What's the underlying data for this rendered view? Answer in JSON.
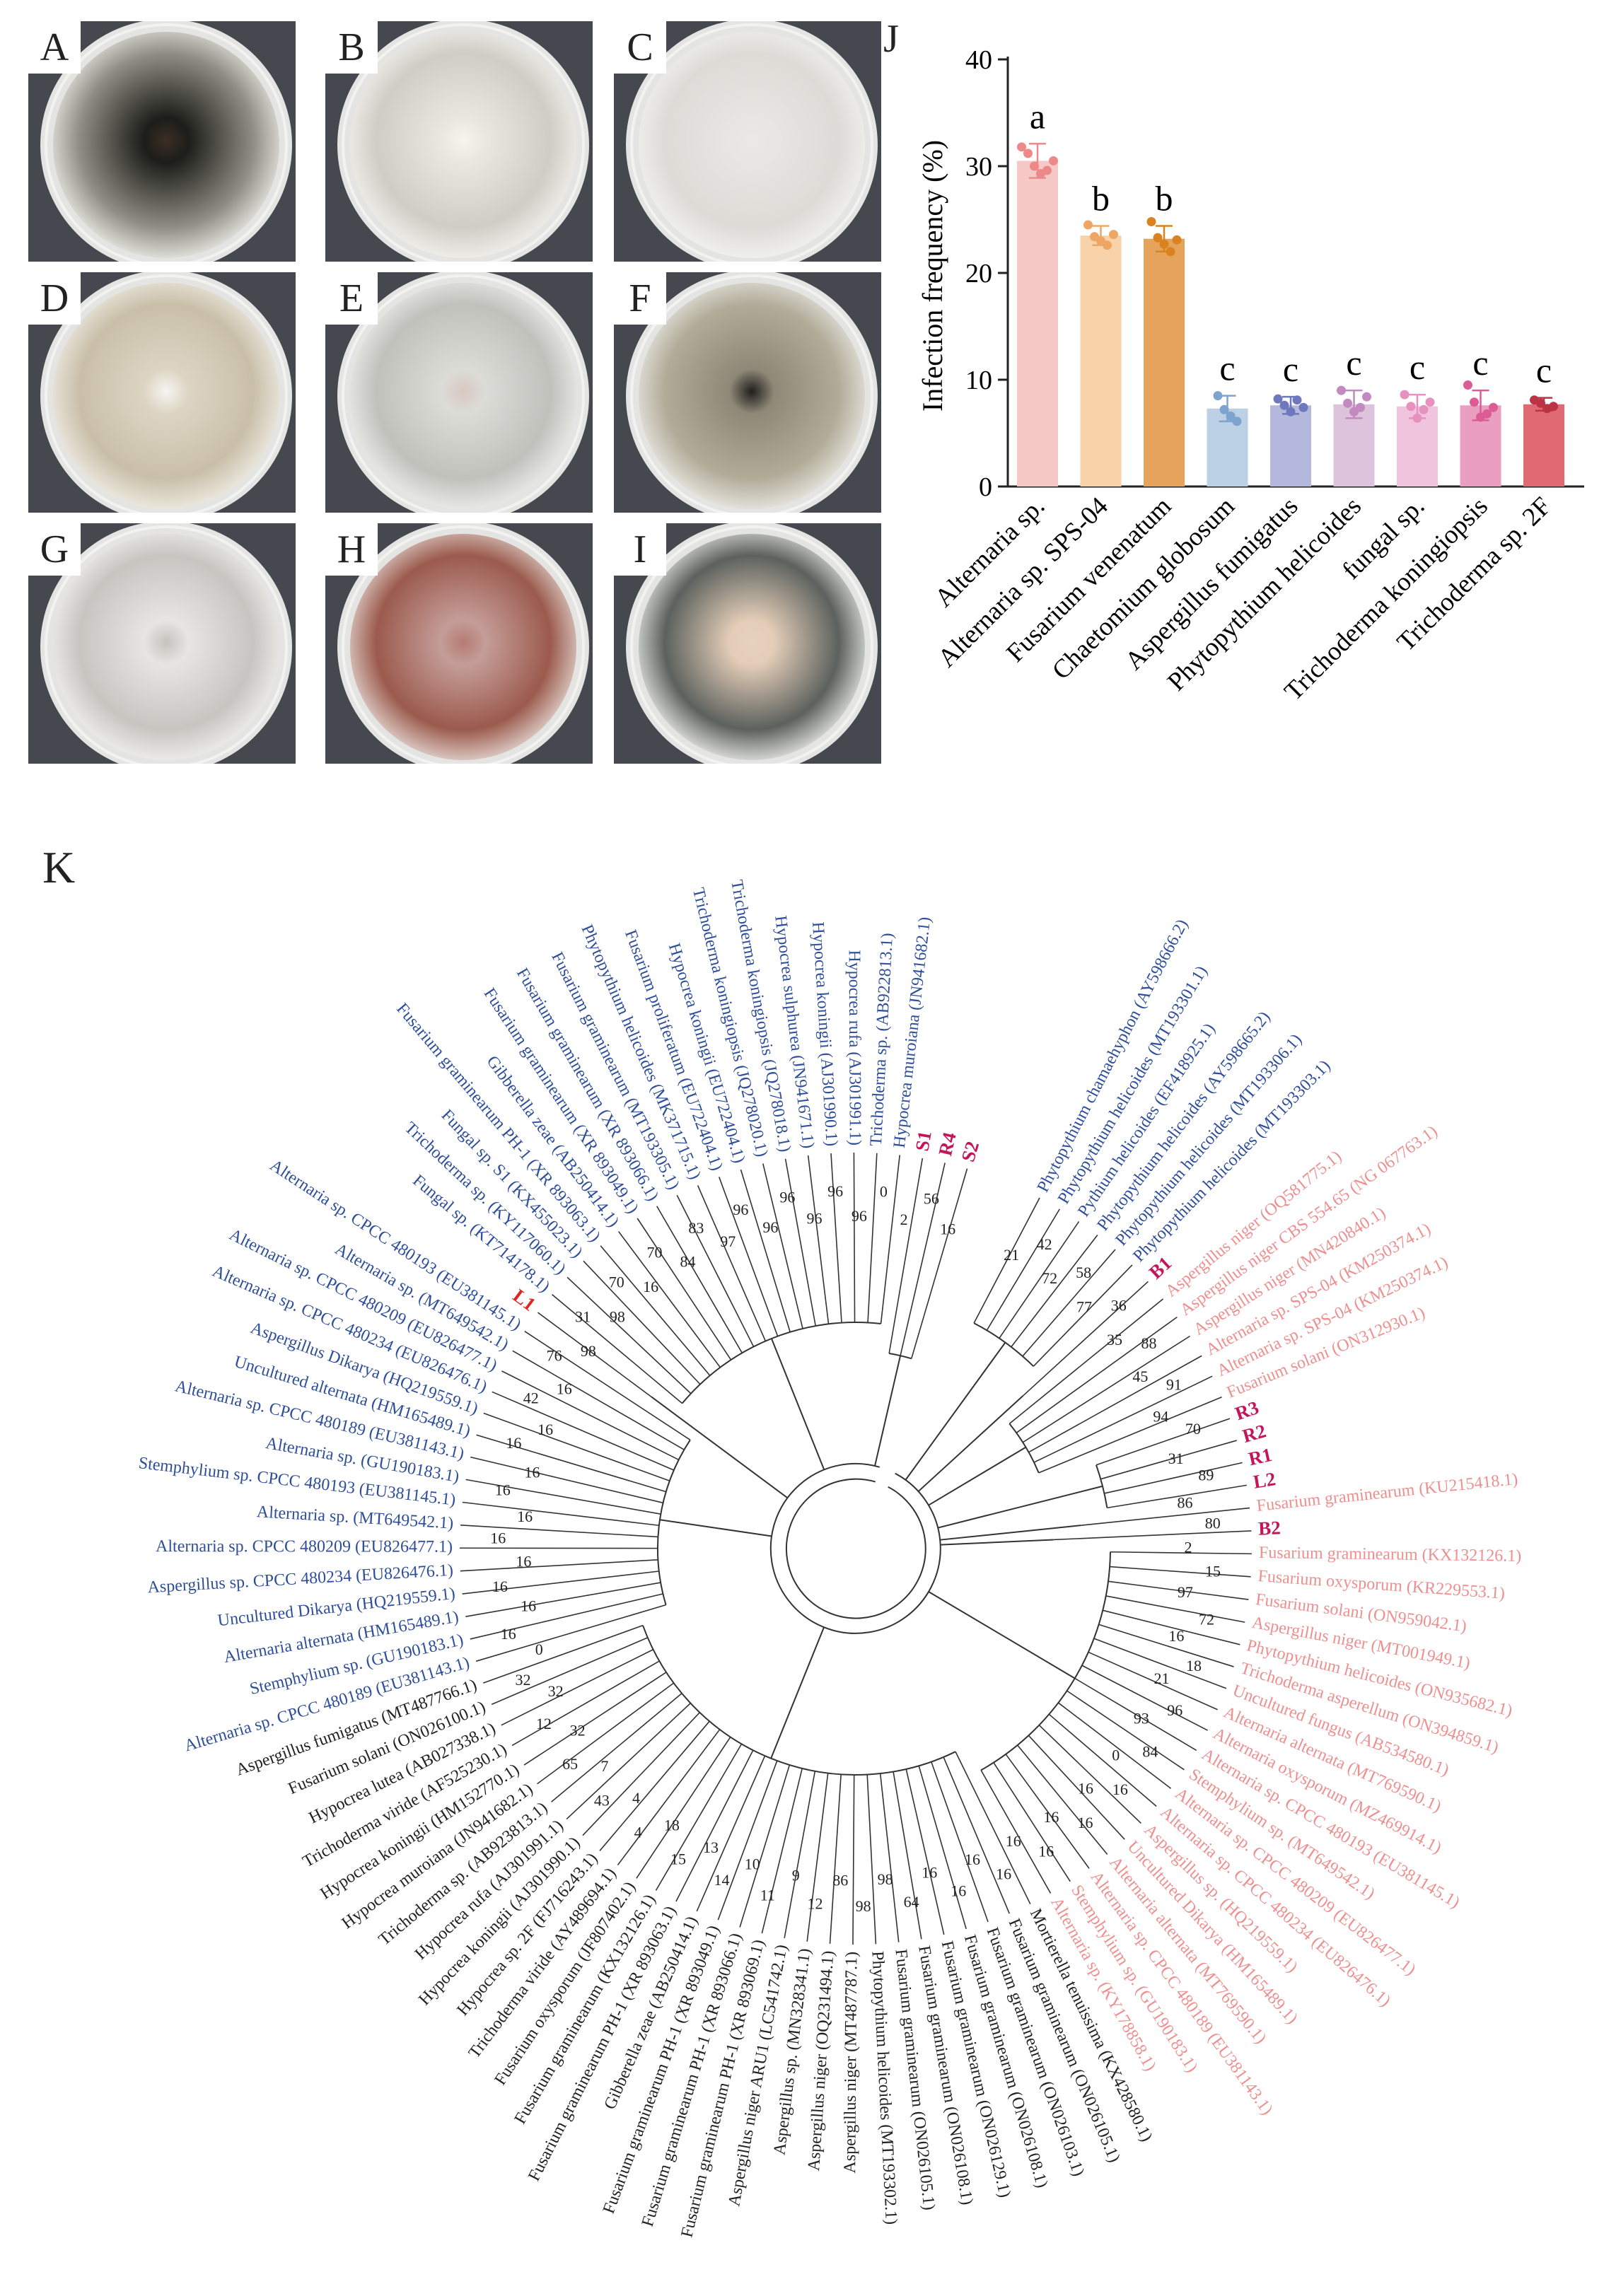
{
  "panels": [
    {
      "label": "A",
      "base": "#8e8e84",
      "colony": "#1d1d19",
      "edge": "#efefea",
      "center": "#3a2e26"
    },
    {
      "label": "B",
      "base": "#cfcdc5",
      "colony": "#e9e7df",
      "edge": "#f4f3ef",
      "center": "#f7f4ee"
    },
    {
      "label": "C",
      "base": "#dcdbd6",
      "colony": "#e7e6e2",
      "edge": "#f3f3f1",
      "center": "#e9e8e4"
    },
    {
      "label": "D",
      "base": "#c9bfa9",
      "colony": "#ddd5c3",
      "edge": "#f2efe8",
      "center": "#f6f5f2"
    },
    {
      "label": "E",
      "base": "#c1c1bc",
      "colony": "#dcdcd7",
      "edge": "#efefec",
      "center": "#d9c8c2"
    },
    {
      "label": "F",
      "base": "#b1ab98",
      "colony": "#8f8877",
      "edge": "#ecebe6",
      "center": "#1f1f1c"
    },
    {
      "label": "G",
      "base": "#c7c5c0",
      "colony": "#e6e5e2",
      "edge": "#f2f2f0",
      "center": "#c5c3bd"
    },
    {
      "label": "H",
      "base": "#9b5a4d",
      "colony": "#c59d98",
      "edge": "#e6dcd6",
      "center": "#b47b73"
    },
    {
      "label": "I",
      "base": "#5c615d",
      "colony": "#e3cdb8",
      "edge": "#eeeeec",
      "center": "#e6d2bf"
    }
  ],
  "chart_data": {
    "type": "bar",
    "panel_label": "J",
    "ylabel": "Infection frequency (%)",
    "ylim": [
      0,
      40
    ],
    "yticks": [
      0,
      10,
      20,
      30,
      40
    ],
    "categories": [
      "Alternaria sp.",
      "Alternaria sp. SPS-04",
      "Fusarium venenatum",
      "Chaetomium globosum",
      "Aspergillus fumigatus",
      "Phytopythium helicoides",
      "fungal sp.",
      "Trichoderma koningiopsis",
      "Trichoderma sp. 2F"
    ],
    "values": [
      30.5,
      23.5,
      23.2,
      7.3,
      7.6,
      7.7,
      7.5,
      7.6,
      7.7
    ],
    "errors": [
      1.6,
      0.9,
      1.2,
      1.2,
      0.8,
      1.3,
      1.1,
      1.4,
      0.6
    ],
    "points": [
      [
        31.8,
        31.2,
        30.0,
        29.3,
        29.6,
        30.5
      ],
      [
        24.5,
        23.4,
        23.0,
        22.6,
        23.6
      ],
      [
        24.8,
        23.3,
        22.7,
        22.0,
        23.1
      ],
      [
        8.5,
        7.2,
        6.6,
        6.1
      ],
      [
        8.2,
        7.6,
        7.0,
        8.1,
        7.4
      ],
      [
        9.0,
        7.8,
        7.0,
        7.4,
        8.4
      ],
      [
        8.6,
        7.5,
        6.4,
        7.2,
        7.9
      ],
      [
        9.5,
        7.9,
        6.5,
        6.8,
        7.4
      ],
      [
        8.1,
        7.8,
        7.3,
        7.5
      ]
    ],
    "letters": [
      "a",
      "b",
      "b",
      "c",
      "c",
      "c",
      "c",
      "c",
      "c"
    ],
    "bar_colors": [
      "#f6c9c7",
      "#f8d2a9",
      "#e6a35c",
      "#bcd0e6",
      "#b4b8dc",
      "#ddc4dc",
      "#f0c4dc",
      "#eb9fc0",
      "#e06a74"
    ],
    "point_colors": [
      "#ec8a89",
      "#eea665",
      "#d9821f",
      "#7fa3cf",
      "#6f77bd",
      "#c28ac0",
      "#e791bf",
      "#dc5d96",
      "#bb3446"
    ]
  },
  "tree": {
    "panel_label": "K",
    "colors": {
      "blue": "#2e4e9a",
      "pink": "#ee8f8f",
      "magenta": "#c4145a",
      "black": "#222222",
      "red": "#e02424"
    },
    "leaves": [
      {
        "label": "Phytopythium chamaehyphon (AY598666.2)",
        "color": "blue"
      },
      {
        "label": "Phytopythium helicoides (MT193301.1)",
        "color": "blue"
      },
      {
        "label": "Pythium helicoides (EF418925.1)",
        "color": "blue"
      },
      {
        "label": "Phytopythium helicoides (AY598665.2)",
        "color": "blue"
      },
      {
        "label": "Phytopythium helicoides (MT193306.1)",
        "color": "blue"
      },
      {
        "label": "Phytopythium helicoides (MT193303.1)",
        "color": "blue"
      },
      {
        "label": "B1",
        "color": "magenta"
      },
      {
        "label": "Aspergillus niger (OQ581775.1)",
        "color": "pink"
      },
      {
        "label": "Aspergillus niger CBS 554.65 (NG 067763.1)",
        "color": "pink"
      },
      {
        "label": "Aspergillus niger (MN420840.1)",
        "color": "pink"
      },
      {
        "label": "Alternaria sp. SPS-04 (KM250374.1)",
        "color": "pink"
      },
      {
        "label": "Alternaria sp. SPS-04 (KM250374.1)",
        "color": "pink"
      },
      {
        "label": "Fusarium solani (ON312930.1)",
        "color": "pink"
      },
      {
        "label": "R3",
        "color": "magenta"
      },
      {
        "label": "R2",
        "color": "magenta"
      },
      {
        "label": "R1",
        "color": "magenta"
      },
      {
        "label": "L2",
        "color": "magenta"
      },
      {
        "label": "Fusarium graminearum (KU215418.1)",
        "color": "pink"
      },
      {
        "label": "B2",
        "color": "magenta"
      },
      {
        "label": "Fusarium graminearum (KX132126.1)",
        "color": "pink"
      },
      {
        "label": "Fusarium oxysporum (KR229553.1)",
        "color": "pink"
      },
      {
        "label": "Fusarium solani (ON959042.1)",
        "color": "pink"
      },
      {
        "label": "Aspergillus niger (MT001949.1)",
        "color": "pink"
      },
      {
        "label": "Phytopythium helicoides (ON935682.1)",
        "color": "pink"
      },
      {
        "label": "Trichoderma asperellum (ON394859.1)",
        "color": "pink"
      },
      {
        "label": "Uncultured fungus (AB534580.1)",
        "color": "pink"
      },
      {
        "label": "Alternaria alternata (MT769590.1)",
        "color": "pink"
      },
      {
        "label": "Alternaria oxysporum (MZ469914.1)",
        "color": "pink"
      },
      {
        "label": "Alternaria sp. CPCC 480193 (EU381145.1)",
        "color": "pink"
      },
      {
        "label": "Stemphylium sp. (MT649542.1)",
        "color": "pink"
      },
      {
        "label": "Alternaria sp. CPCC 480209 (EU826477.1)",
        "color": "pink"
      },
      {
        "label": "Alternaria sp. CPCC 480234 (EU826476.1)",
        "color": "pink"
      },
      {
        "label": "Aspergillus sp. (HQ219559.1)",
        "color": "pink"
      },
      {
        "label": "Uncultured Dikarya (HM165489.1)",
        "color": "pink"
      },
      {
        "label": "Alternaria alternata (MT769590.1)",
        "color": "pink"
      },
      {
        "label": "Alternaria sp. CPCC 480189 (EU381143.1)",
        "color": "pink"
      },
      {
        "label": "Stemphylium sp. (GU190183.1)",
        "color": "pink"
      },
      {
        "label": "Alternaria sp. (KY178858.1)",
        "color": "pink"
      },
      {
        "label": "Mortierella tenuissima (KX428580.1)",
        "color": "black"
      },
      {
        "label": "Fusarium graminearum (ON026105.1)",
        "color": "black"
      },
      {
        "label": "Fusarium graminearum (ON026103.1)",
        "color": "black"
      },
      {
        "label": "Fusarium graminearum (ON026108.1)",
        "color": "black"
      },
      {
        "label": "Fusarium graminearum (ON026129.1)",
        "color": "black"
      },
      {
        "label": "Fusarium graminearum (ON026108.1)",
        "color": "black"
      },
      {
        "label": "Fusarium graminearum (ON026105.1)",
        "color": "black"
      },
      {
        "label": "Phytopythium helicoides (MT193302.1)",
        "color": "black"
      },
      {
        "label": "Aspergillus niger (MT487787.1)",
        "color": "black"
      },
      {
        "label": "Aspergillus niger (OQ231494.1)",
        "color": "black"
      },
      {
        "label": "Aspergillus sp. (MN328341.1)",
        "color": "black"
      },
      {
        "label": "Aspergillus niger ARU1 (LC541742.1)",
        "color": "black"
      },
      {
        "label": "Fusarium graminearum PH-1 (XR 893069.1)",
        "color": "black"
      },
      {
        "label": "Fusarium graminearum PH-1 (XR 893066.1)",
        "color": "black"
      },
      {
        "label": "Fusarium graminearum PH-1 (XR 893049.1)",
        "color": "black"
      },
      {
        "label": "Gibberella zeae (AB250414.1)",
        "color": "black"
      },
      {
        "label": "Fusarium graminearum PH-1 (XR 893063.1)",
        "color": "black"
      },
      {
        "label": "Fusarium graminearum (KX132126.1)",
        "color": "black"
      },
      {
        "label": "Fusarium oxysporum (JF807402.1)",
        "color": "black"
      },
      {
        "label": "Trichoderma viride (AY489694.1)",
        "color": "black"
      },
      {
        "label": "Hypocrea sp. 2F (FJ716243.1)",
        "color": "black"
      },
      {
        "label": "Hypocrea koningii (AJ301990.1)",
        "color": "black"
      },
      {
        "label": "Hypocrea rufa (AJ301991.1)",
        "color": "black"
      },
      {
        "label": "Trichoderma sp. (AB923813.1)",
        "color": "black"
      },
      {
        "label": "Hypocrea muroiana (JN941682.1)",
        "color": "black"
      },
      {
        "label": "Hypocrea koningii (HM152770.1)",
        "color": "black"
      },
      {
        "label": "Trichoderma viride (AF525230.1)",
        "color": "black"
      },
      {
        "label": "Hypocrea lutea (AB027338.1)",
        "color": "black"
      },
      {
        "label": "Fusarium solani (ON026100.1)",
        "color": "black"
      },
      {
        "label": "Aspergillus fumigatus (MT487766.1)",
        "color": "black"
      },
      {
        "label": "Alternaria sp. CPCC 480189 (EU381143.1)",
        "color": "blue"
      },
      {
        "label": "Stemphylium sp. (GU190183.1)",
        "color": "blue"
      },
      {
        "label": "Alternaria alternata (HM165489.1)",
        "color": "blue"
      },
      {
        "label": "Uncultured Dikarya (HQ219559.1)",
        "color": "blue"
      },
      {
        "label": "Aspergillus sp. CPCC 480234 (EU826476.1)",
        "color": "blue"
      },
      {
        "label": "Alternaria sp. CPCC 480209 (EU826477.1)",
        "color": "blue"
      },
      {
        "label": "Alternaria sp. (MT649542.1)",
        "color": "blue"
      },
      {
        "label": "Stemphylium sp. CPCC 480193 (EU381145.1)",
        "color": "blue"
      },
      {
        "label": "Alternaria sp. (GU190183.1)",
        "color": "blue"
      },
      {
        "label": "Alternaria sp. CPCC 480189 (EU381143.1)",
        "color": "blue"
      },
      {
        "label": "Uncultured alternata (HM165489.1)",
        "color": "blue"
      },
      {
        "label": "Aspergillus Dikarya (HQ219559.1)",
        "color": "blue"
      },
      {
        "label": "Alternaria sp. CPCC 480234 (EU826476.1)",
        "color": "blue"
      },
      {
        "label": "Alternaria sp. CPCC 480209 (EU826477.1)",
        "color": "blue"
      },
      {
        "label": "Alternaria sp. (MT649542.1)",
        "color": "blue"
      },
      {
        "label": "Alternaria sp. CPCC 480193 (EU381145.1)",
        "color": "blue"
      },
      {
        "label": "L1",
        "color": "red"
      },
      {
        "label": "Fungal sp. (KT714178.1)",
        "color": "blue"
      },
      {
        "label": "Trichoderma sp. (KY117060.1)",
        "color": "blue"
      },
      {
        "label": "Fungal sp. S1 (KX455023.1)",
        "color": "blue"
      },
      {
        "label": "Fusarium graminearum PH-1 (XR 893063.1)",
        "color": "blue"
      },
      {
        "label": "Gibberella zeae (AB250414.1)",
        "color": "blue"
      },
      {
        "label": "Fusarium graminearum (XR 893049.1)",
        "color": "blue"
      },
      {
        "label": "Fusarium graminearum (XR 893066.1)",
        "color": "blue"
      },
      {
        "label": "Fusarium graminearum (MT193305.1)",
        "color": "blue"
      },
      {
        "label": "Phytopythium helicoides (MK371715.1)",
        "color": "blue"
      },
      {
        "label": "Fusarium proliferatum (EU722404.1)",
        "color": "blue"
      },
      {
        "label": "Hypocrea koningii (EU722404.1)",
        "color": "blue"
      },
      {
        "label": "Trichoderma koningiopsis (JQ278020.1)",
        "color": "blue"
      },
      {
        "label": "Trichoderma koningiopsis (JQ278018.1)",
        "color": "blue"
      },
      {
        "label": "Hypocrea sulphurea (JN941671.1)",
        "color": "blue"
      },
      {
        "label": "Hypocrea koningii (AJ301990.1)",
        "color": "blue"
      },
      {
        "label": "Hypocrea rufa (AJ301991.1)",
        "color": "blue"
      },
      {
        "label": "Trichoderma sp. (AB922813.1)",
        "color": "blue"
      },
      {
        "label": "Hypocrea muroiana (JN941682.1)",
        "color": "blue"
      },
      {
        "label": "S1",
        "color": "magenta"
      },
      {
        "label": "R4",
        "color": "magenta"
      },
      {
        "label": "S2",
        "color": "magenta"
      }
    ],
    "bootstrap": [
      "21",
      "42",
      "72",
      "58",
      "77",
      "36",
      "35",
      "88",
      "45",
      "91",
      "94",
      "70",
      "31",
      "89",
      "86",
      "80",
      "2",
      "15",
      "97",
      "72",
      "16",
      "18",
      "21",
      "96",
      "93",
      "84",
      "0",
      "16",
      "16",
      "16",
      "16",
      "16",
      "16",
      "16",
      "16",
      "16",
      "16",
      "64",
      "98",
      "98",
      "86",
      "12",
      "9",
      "11",
      "10",
      "14",
      "13",
      "15",
      "18",
      "4",
      "4",
      "43",
      "7",
      "65",
      "32",
      "12",
      "32",
      "32",
      "0",
      "16",
      "16",
      "16",
      "16",
      "16",
      "16",
      "16",
      "16",
      "16",
      "16",
      "42",
      "16",
      "76",
      "98",
      "31",
      "98",
      "70",
      "16",
      "70",
      "84",
      "83",
      "97",
      "96",
      "96",
      "96",
      "96",
      "96",
      "96",
      "0",
      "2",
      "56",
      "16"
    ]
  }
}
